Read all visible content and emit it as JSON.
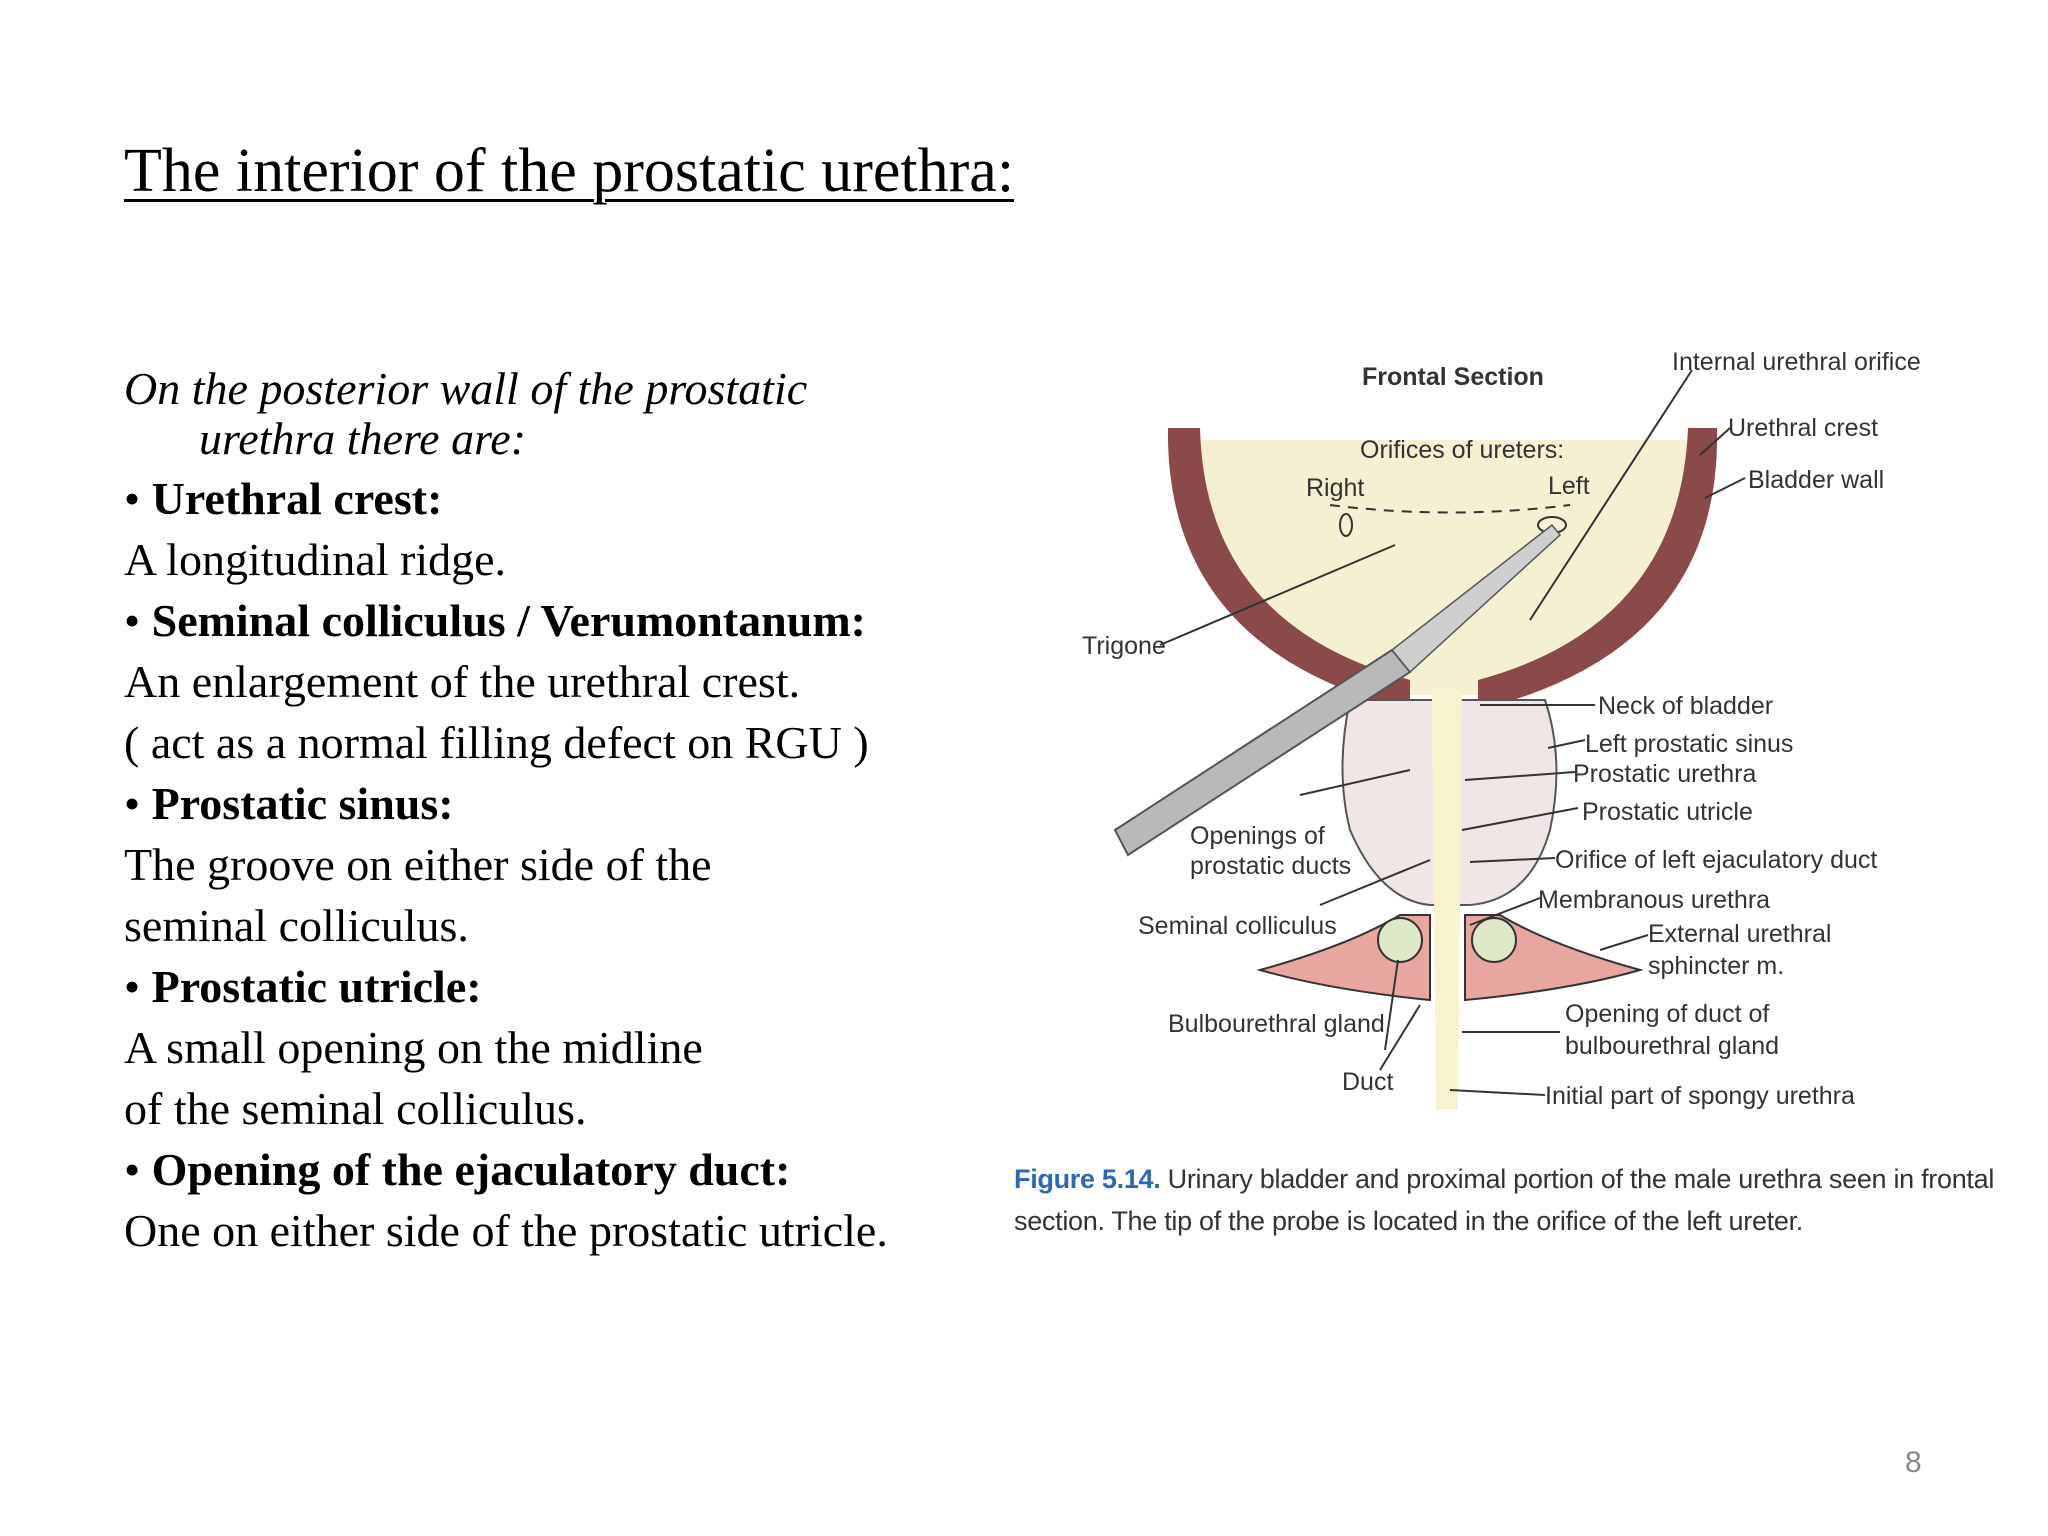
{
  "title": "The interior of the prostatic urethra:",
  "intro": {
    "line1": "On the posterior wall of the prostatic",
    "line2": "urethra there are:"
  },
  "items": [
    {
      "heading": "Urethral crest:",
      "lines": [
        "A longitudinal ridge."
      ]
    },
    {
      "heading": "Seminal colliculus / Verumontanum:",
      "lines": [
        "An enlargement of the urethral crest.",
        "( act as a normal filling defect on RGU )"
      ]
    },
    {
      "heading": "Prostatic sinus:",
      "lines": [
        "The groove on either side of the",
        "seminal colliculus."
      ]
    },
    {
      "heading": "Prostatic utricle:",
      "lines": [
        "A small opening on the midline",
        "of the seminal colliculus."
      ]
    },
    {
      "heading": "Opening of the ejaculatory duct:",
      "lines": [
        "One on either side of the prostatic utricle."
      ]
    }
  ],
  "bullet": "•",
  "figure": {
    "labels": {
      "frontal_section": "Frontal Section",
      "internal_urethral_orifice": "Internal urethral orifice",
      "urethral_crest": "Urethral crest",
      "bladder_wall": "Bladder wall",
      "orifices_of_ureters": "Orifices of ureters:",
      "right": "Right",
      "left": "Left",
      "trigone": "Trigone",
      "neck_of_bladder": "Neck of bladder",
      "left_prostatic_sinus": "Left prostatic sinus",
      "prostatic_urethra": "Prostatic urethra",
      "prostatic_utricle": "Prostatic utricle",
      "openings_of_prostatic_ducts_1": "Openings of",
      "openings_of_prostatic_ducts_2": "prostatic ducts",
      "orifice_left_ejaculatory_duct": "Orifice of left ejaculatory duct",
      "membranous_urethra": "Membranous urethra",
      "seminal_colliculus": "Seminal colliculus",
      "external_urethral_sphincter_1": "External urethral",
      "external_urethral_sphincter_2": "sphincter m.",
      "bulbourethral_gland": "Bulbourethral gland",
      "opening_duct_bulbourethral_1": "Opening of duct of",
      "opening_duct_bulbourethral_2": "bulbourethral gland",
      "duct": "Duct",
      "initial_spongy_urethra": "Initial part of spongy urethra"
    },
    "caption_label": "Figure 5.14.",
    "caption_text": " Urinary bladder and proximal portion of the male urethra seen in frontal section. The tip of the probe is located in the orifice of the left ureter."
  },
  "page_number": "8",
  "colors": {
    "bladder_lumen": "#f6f0d2",
    "bladder_wall": "#8a4a4a",
    "prostate": "#f1e6e6",
    "sphincter": "#e8a6a0",
    "probe": "#b9b9b9",
    "caption_label": "#2a6ab4"
  }
}
